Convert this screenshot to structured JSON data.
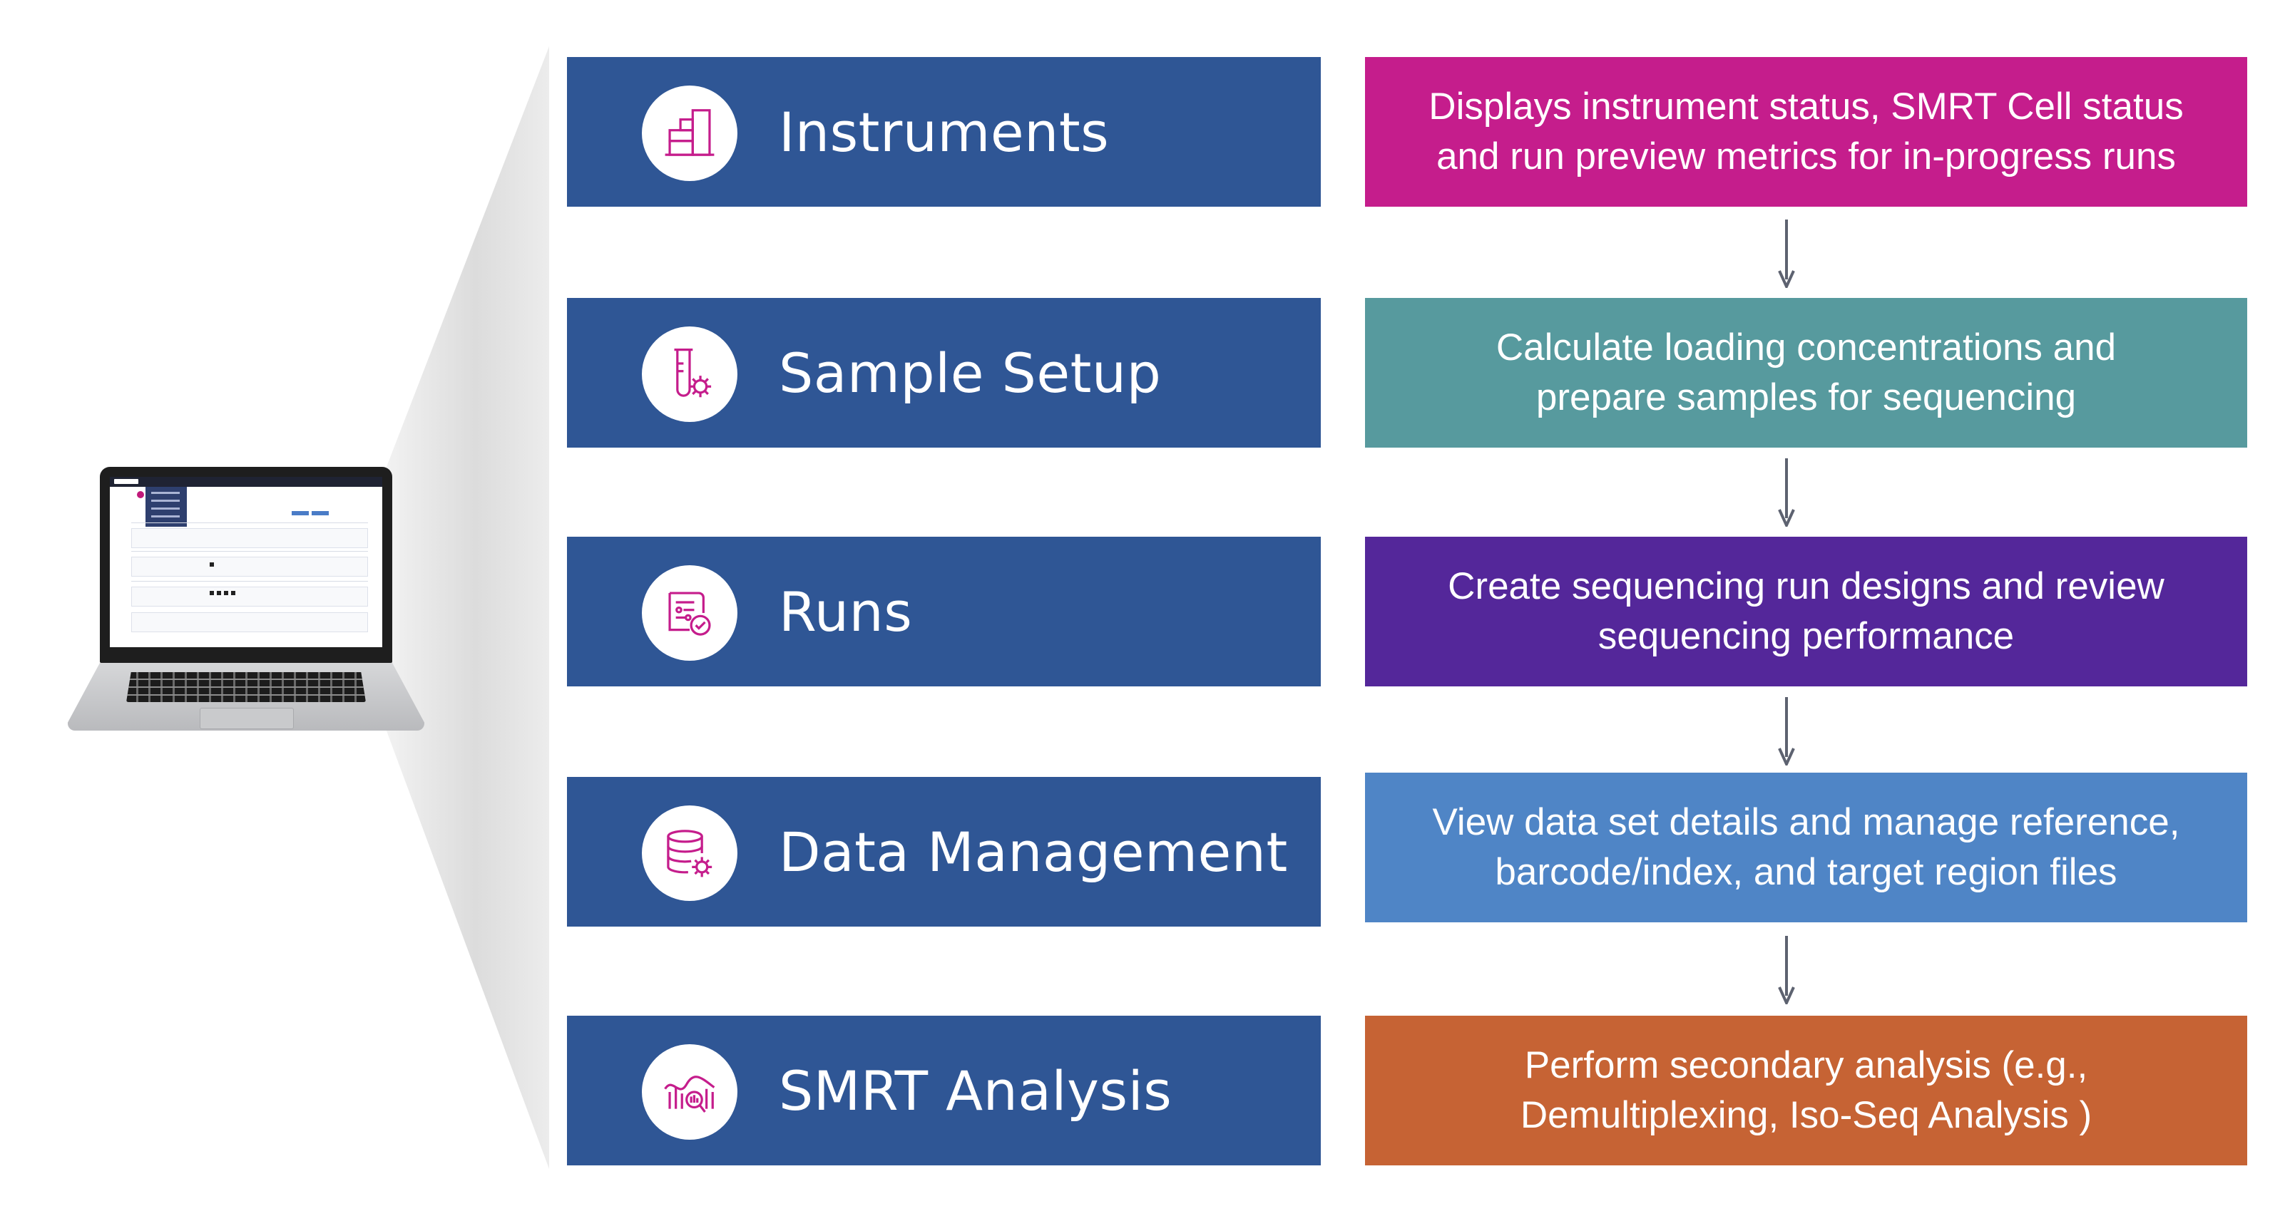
{
  "modules": [
    {
      "label": "Instruments",
      "icon": "instruments-icon"
    },
    {
      "label": "Sample Setup",
      "icon": "sample-setup-icon"
    },
    {
      "label": "Runs",
      "icon": "runs-icon"
    },
    {
      "label": "Data Management",
      "icon": "data-management-icon"
    },
    {
      "label": "SMRT Analysis",
      "icon": "smrt-analysis-icon"
    }
  ],
  "descriptions": [
    {
      "text": "Displays instrument status, SMRT Cell status\nand run preview metrics for in-progress runs",
      "color": "#c51d8c"
    },
    {
      "text": "Calculate loading concentrations and\nprepare samples for sequencing",
      "color": "#579a9e"
    },
    {
      "text": "Create sequencing run designs and review\nsequencing performance",
      "color": "#54279a"
    },
    {
      "text": "View data set details and manage reference,\nbarcode/index, and target region files",
      "color": "#4f85c6"
    },
    {
      "text": "Perform secondary analysis (e.g.,\nDemultiplexing, Iso-Seq Analysis )",
      "color": "#c66334"
    }
  ],
  "colors": {
    "module_bg": "#2f5695",
    "icon_stroke": "#c51d8c",
    "arrow": "#5d6270"
  }
}
